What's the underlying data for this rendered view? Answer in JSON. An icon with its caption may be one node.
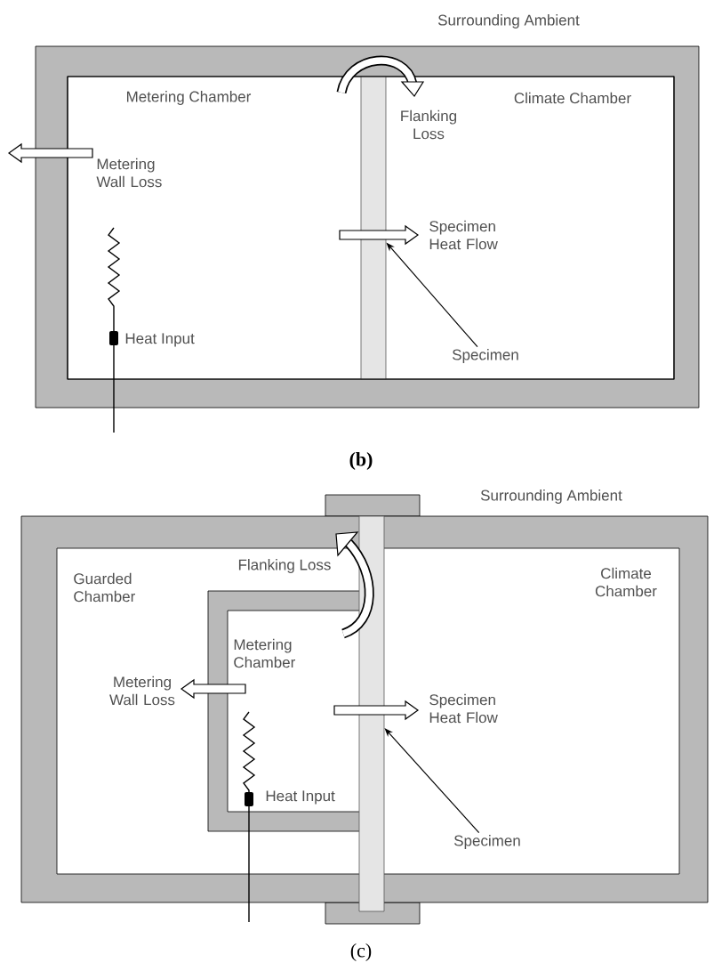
{
  "diagram": {
    "nodes": [
      {
        "text": [
          "Specimen"
        ]
      },
      {
        "text": [],
        "shape": "bar"
      },
      {
        "text": [
          "Specimen"
        ]
      },
      {
        "text": [],
        "shape": "bar"
      }
    ],
    "edges": [
      {
        "from": 0,
        "to": 1,
        "arrow": "to"
      },
      {
        "from": 2,
        "to": 3,
        "arrow": "to"
      }
    ],
    "labels": [
      "Surrounding Ambient",
      "Metering Chamber",
      "Climate Chamber",
      "Flanking Loss",
      "Metering Wall Loss",
      "Specimen Heat Flow",
      "Heat Input",
      "(b)",
      "Surrounding Ambient",
      "Guarded Chamber",
      "Climate Chamber",
      "Flanking Loss",
      "Metering Chamber",
      "Metering Wall Loss",
      "Specimen Heat Flow",
      "Heat Input",
      "(c)"
    ]
  }
}
